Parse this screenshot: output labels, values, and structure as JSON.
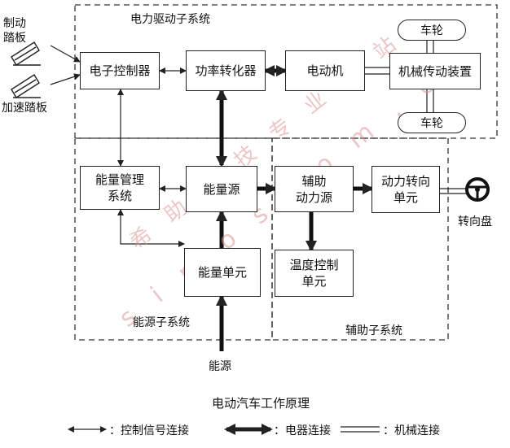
{
  "subsystems": {
    "drive": "电力驱动子系统",
    "energy": "能源子系统",
    "aux": "辅助子系统"
  },
  "pedals": {
    "brake": "制动\n踏板",
    "accel": "加速踏板"
  },
  "boxes": {
    "ecu": "电子控制器",
    "converter": "功率转化器",
    "motor": "电动机",
    "transmission": "机械传动装置",
    "wheel_top": "车轮",
    "wheel_bottom": "车轮",
    "ems": "能量管理\n系统",
    "source": "能量源",
    "unit": "能量单元",
    "aux_power": "辅助\n动力源",
    "steering": "动力转向\n单元",
    "temp": "温度控制\n单元"
  },
  "external": {
    "steering_wheel": "转向盘",
    "energy_input": "能源"
  },
  "caption": "电动汽车工作原理",
  "legend": {
    "control": "：控制信号连接",
    "electric": "：电器连接",
    "mechanical": "：机械连接"
  },
  "watermark": {
    "line1": "希 助 信 技 专 业 网 站",
    "line2": "s i m o s c o m . c n"
  },
  "colors": {
    "line": "#222222",
    "watermark": "#dd9999"
  }
}
